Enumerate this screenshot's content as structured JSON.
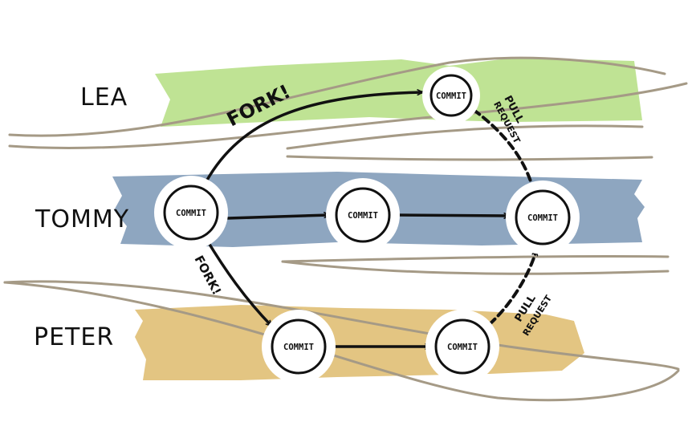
{
  "lanes": {
    "lea": {
      "label": "LEA",
      "color": "#bfe394"
    },
    "tommy": {
      "label": "TOMMY",
      "color": "#8ea6c0"
    },
    "peter": {
      "label": "PETER",
      "color": "#e3c582"
    }
  },
  "commit_label": "COMMIT",
  "edges": {
    "fork_top": "FORK!",
    "fork_bottom": "FORK!",
    "pull_request_top": [
      "PULL",
      "REQUEST"
    ],
    "pull_request_bottom": [
      "PULL",
      "REQUEST"
    ]
  },
  "colors": {
    "ink": "#111111",
    "swoosh": "#a59a86"
  }
}
